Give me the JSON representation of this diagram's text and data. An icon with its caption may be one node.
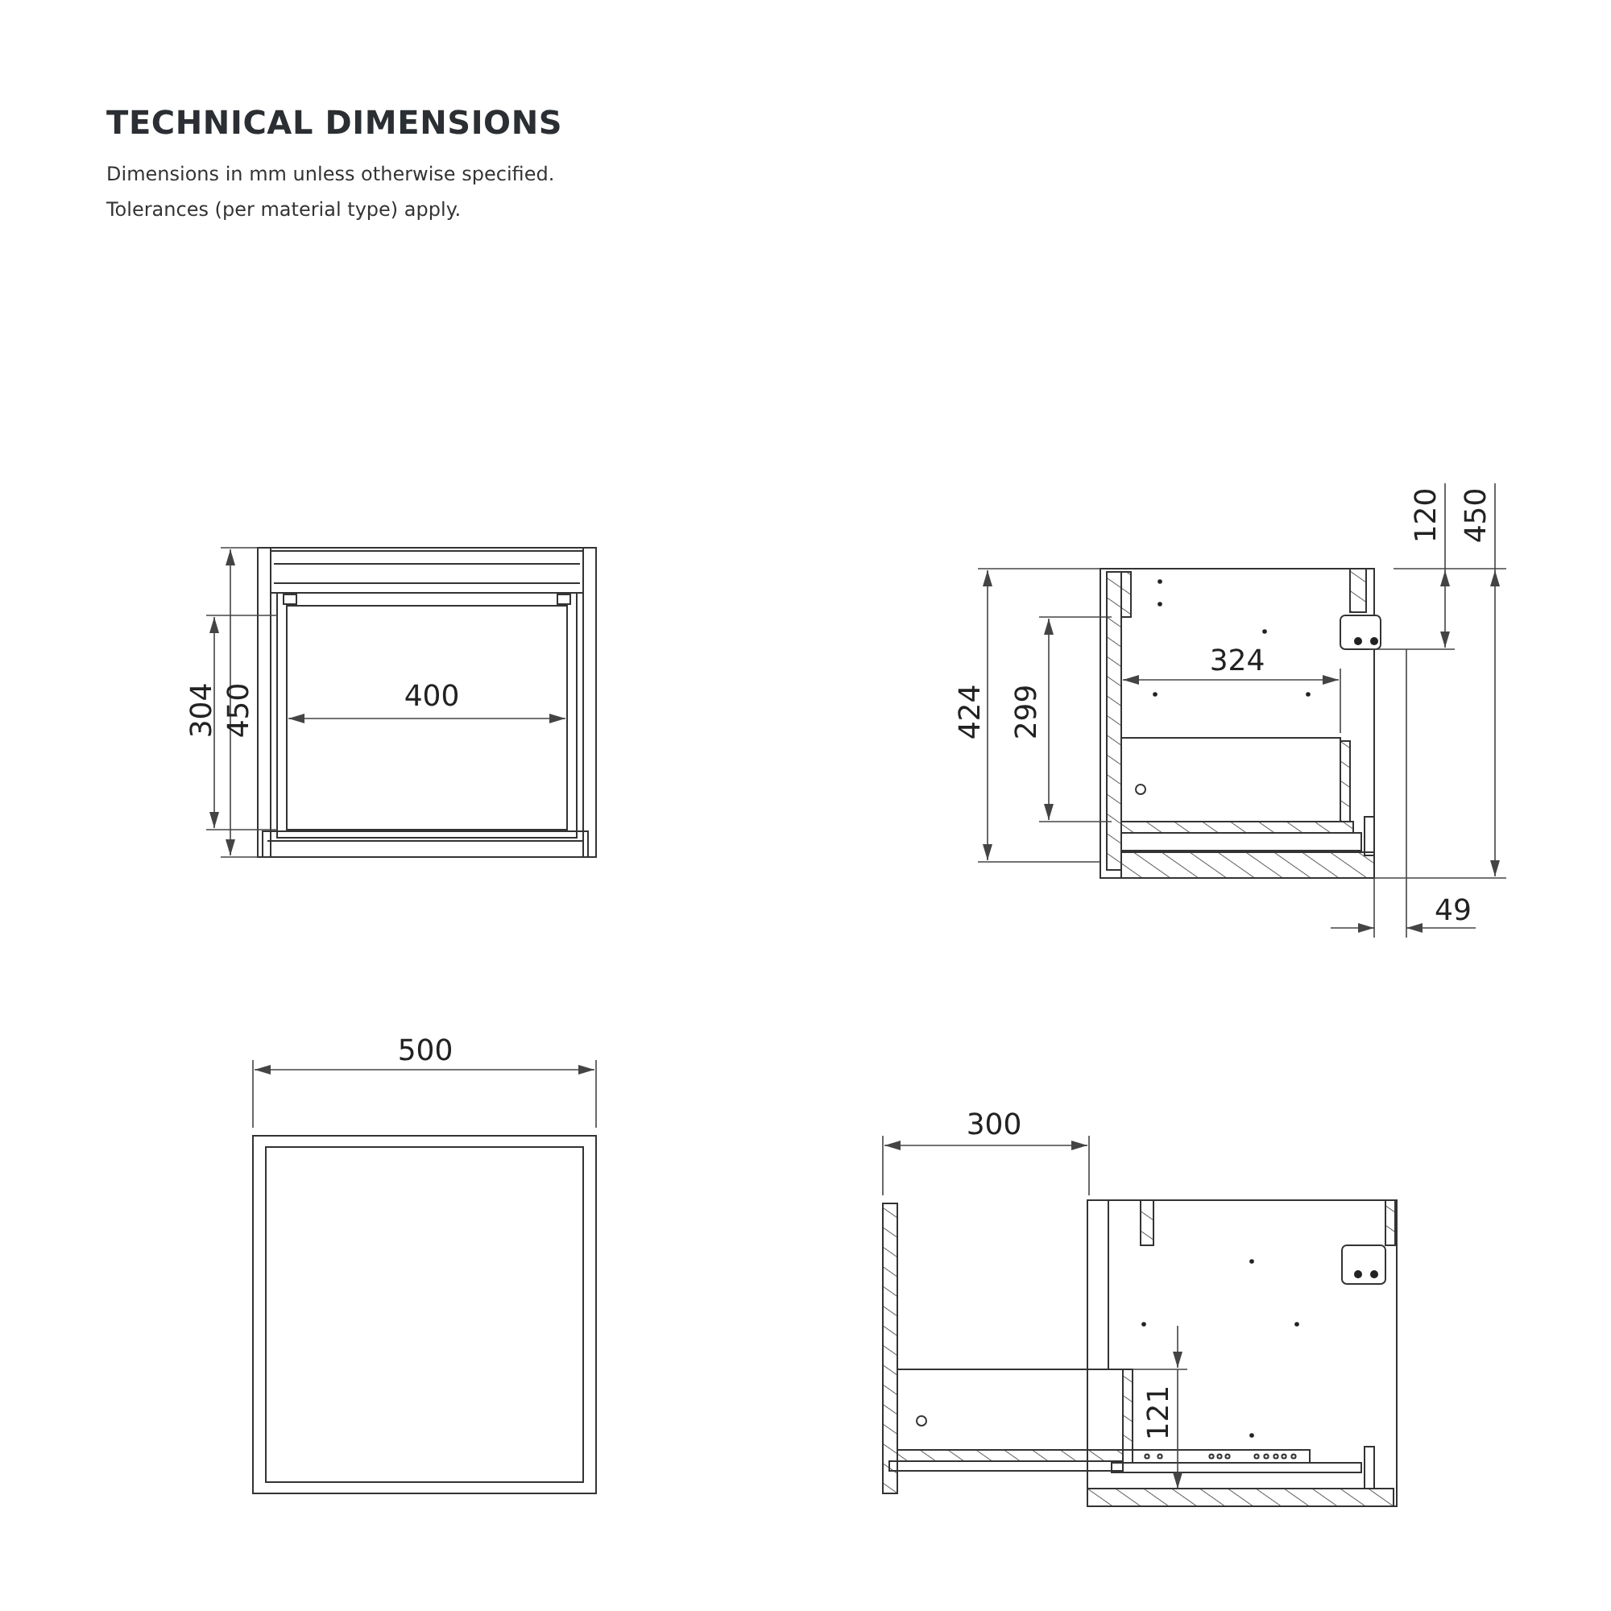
{
  "diagram": {
    "title": "TECHNICAL DIMENSIONS",
    "labels": [
      "Dimensions in mm unless otherwise specified.",
      "Tolerances (per material type) apply.",
      "120",
      "450",
      "324",
      "304",
      "450",
      "400",
      "424",
      "299",
      "49",
      "500",
      "300",
      "121"
    ]
  }
}
